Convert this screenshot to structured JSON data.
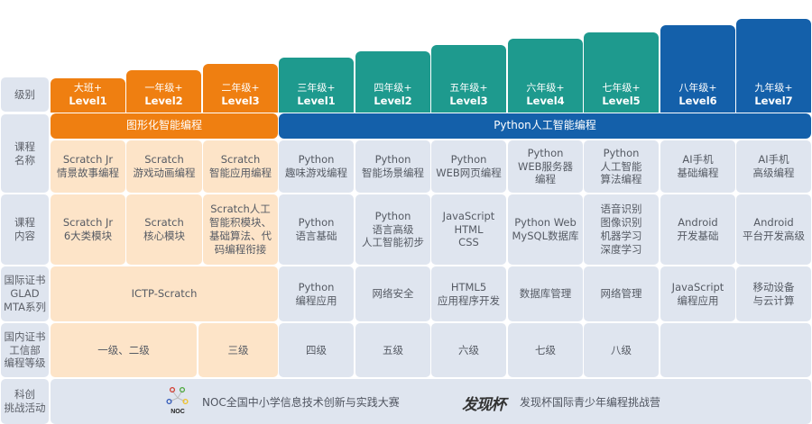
{
  "row_labels": {
    "level": "级别",
    "course_name": "课程\n名称",
    "course_content": "课程\n内容",
    "intl_cert": "国际证书\nGLAD\nMTA系列",
    "domestic_cert": "国内证书\n工信部\n编程等级",
    "activity": "科创\n挑战活动"
  },
  "levels": [
    {
      "grade": "大班+",
      "level": "Level1",
      "color": "#ef7f11"
    },
    {
      "grade": "一年级+",
      "level": "Level2",
      "color": "#ef7f11"
    },
    {
      "grade": "二年级+",
      "level": "Level3",
      "color": "#ef7f11"
    },
    {
      "grade": "三年级+",
      "level": "Level1",
      "color": "#1e9a8e"
    },
    {
      "grade": "四年级+",
      "level": "Level2",
      "color": "#1e9a8e"
    },
    {
      "grade": "五年级+",
      "level": "Level3",
      "color": "#1e9a8e"
    },
    {
      "grade": "六年级+",
      "level": "Level4",
      "color": "#1e9a8e"
    },
    {
      "grade": "七年级+",
      "level": "Level5",
      "color": "#1e9a8e"
    },
    {
      "grade": "八年级+",
      "level": "Level6",
      "color": "#1460aa"
    },
    {
      "grade": "九年级+",
      "level": "Level7",
      "color": "#1460aa"
    }
  ],
  "tracks": [
    {
      "label": "图形化智能编程",
      "color": "#ef7f11"
    },
    {
      "label": "Python人工智能编程",
      "color": "#1460aa"
    }
  ],
  "course_names": [
    "Scratch Jr\n情景故事编程",
    "Scratch\n游戏动画编程",
    "Scratch\n智能应用编程",
    "Python\n趣味游戏编程",
    "Python\n智能场景编程",
    "Python\nWEB网页编程",
    "Python\nWEB服务器\n编程",
    "Python\n人工智能\n算法编程",
    "AI手机\n基础编程",
    "AI手机\n高级编程"
  ],
  "course_contents": [
    "Scratch Jr\n6大类模块",
    "Scratch\n核心模块",
    "Scratch人工\n智能积模块、\n基础算法、代\n码编程衔接",
    "Python\n语言基础",
    "Python\n语言高级\n人工智能初步",
    "JavaScript\nHTML\nCSS",
    "Python Web\nMySQL数据库",
    "语音识别\n图像识别\n机器学习\n深度学习",
    "Android\n开发基础",
    "Android\n平台开发高级"
  ],
  "intl_certs": [
    "ICTP-Scratch",
    "Python\n编程应用",
    "网络安全",
    "HTML5\n应用程序开发",
    "数据库管理",
    "网络管理",
    "JavaScript\n编程应用",
    "移动设备\n与云计算"
  ],
  "domestic_certs": [
    "一级、二级",
    "三级",
    "四级",
    "五级",
    "六级",
    "七级",
    "八级",
    ""
  ],
  "activities": [
    {
      "logo": "NOC",
      "label": "NOC全国中小学信息技术创新与实践大赛"
    },
    {
      "logo": "发现杯",
      "label": "发现杯国际青少年编程挑战营"
    }
  ],
  "colors": {
    "orange": "#ef7f11",
    "teal": "#1e9a8e",
    "blue": "#1460aa",
    "peach": "#fde4c8",
    "grey": "#dfe5ef"
  }
}
